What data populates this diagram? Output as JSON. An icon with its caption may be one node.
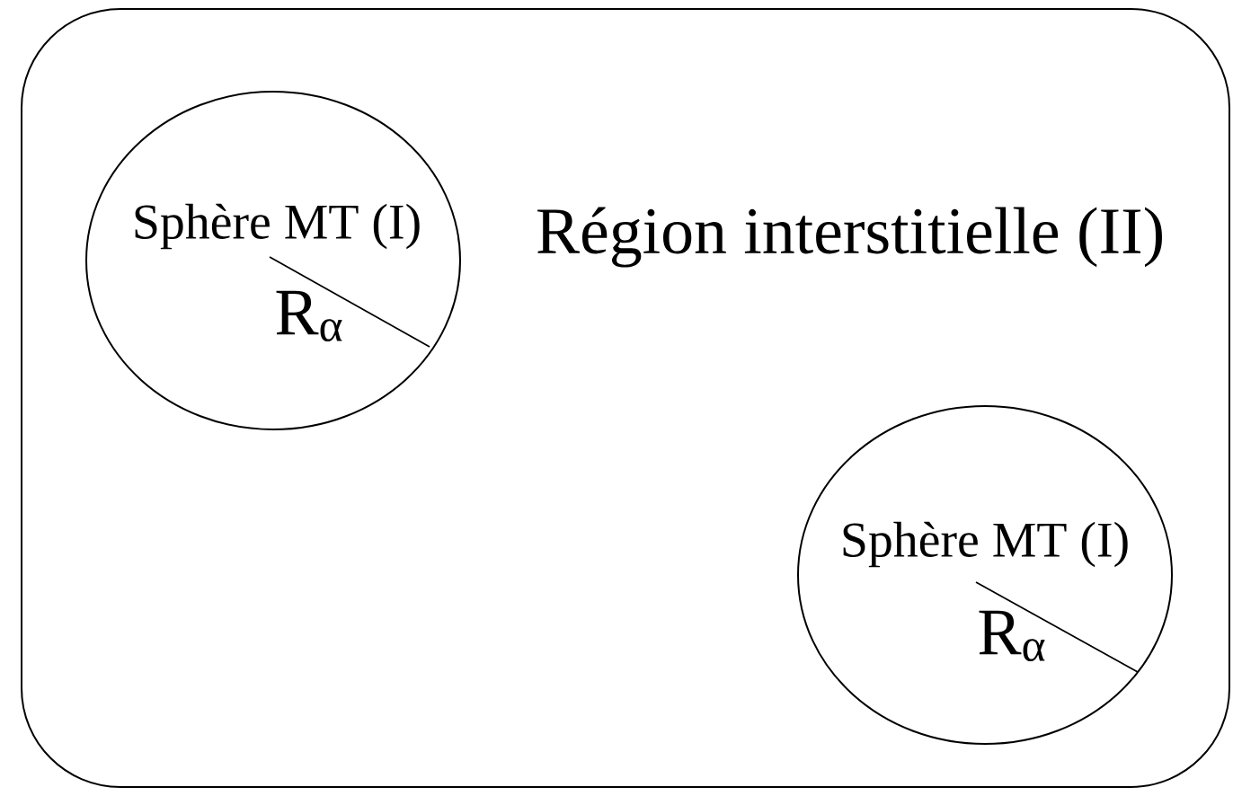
{
  "diagram": {
    "nodes": [
      {
        "text": [
          "Région interstitielle (II)"
        ]
      },
      {
        "text": [
          "Sphère MT (I)",
          "R$_{α}$"
        ],
        "in": 0
      },
      {
        "text": [
          "Sphère MT (I)",
          "R$_{α}$"
        ],
        "in": 0
      }
    ]
  }
}
